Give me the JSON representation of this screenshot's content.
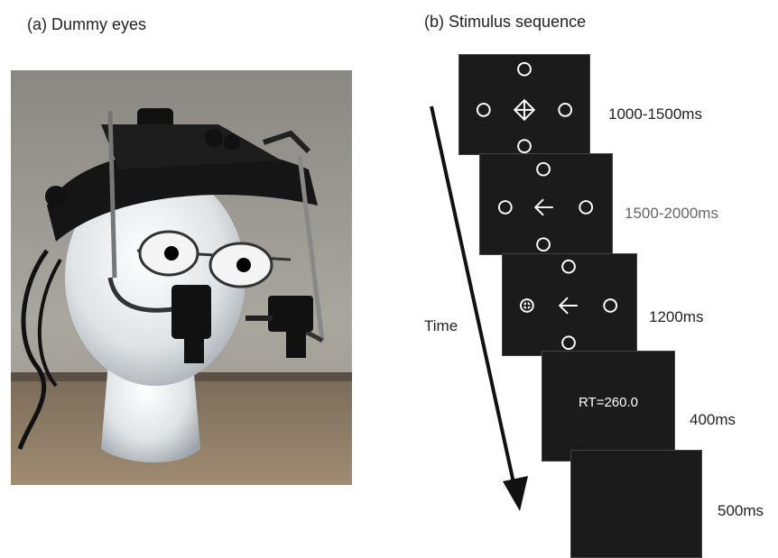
{
  "panel_a": {
    "title": "(a)  Dummy eyes"
  },
  "panel_b": {
    "title": "(b)  Stimulus sequence",
    "time_label": "Time",
    "frames": [
      {
        "duration": "1000-1500ms"
      },
      {
        "duration": "1500-2000ms"
      },
      {
        "duration": "1200ms"
      },
      {
        "duration": "400ms",
        "text": "RT=260.0"
      },
      {
        "duration": "500ms"
      }
    ]
  }
}
